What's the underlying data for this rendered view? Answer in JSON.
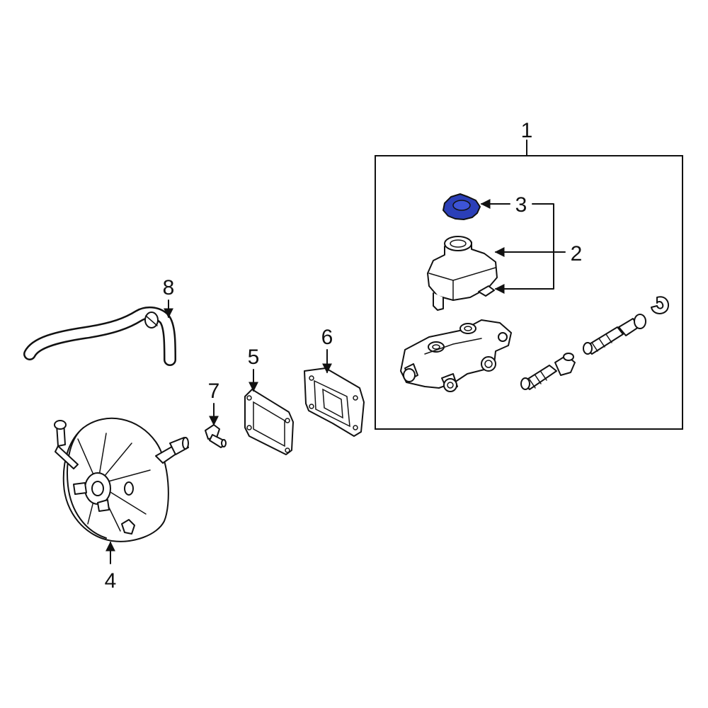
{
  "callouts": {
    "c1": "1",
    "c2": "2",
    "c3": "3",
    "c4": "4",
    "c5": "5",
    "c6": "6",
    "c7": "7",
    "c8": "8"
  },
  "colors": {
    "highlight": "#2b3fb8",
    "line": "#111111",
    "background": "#ffffff"
  }
}
